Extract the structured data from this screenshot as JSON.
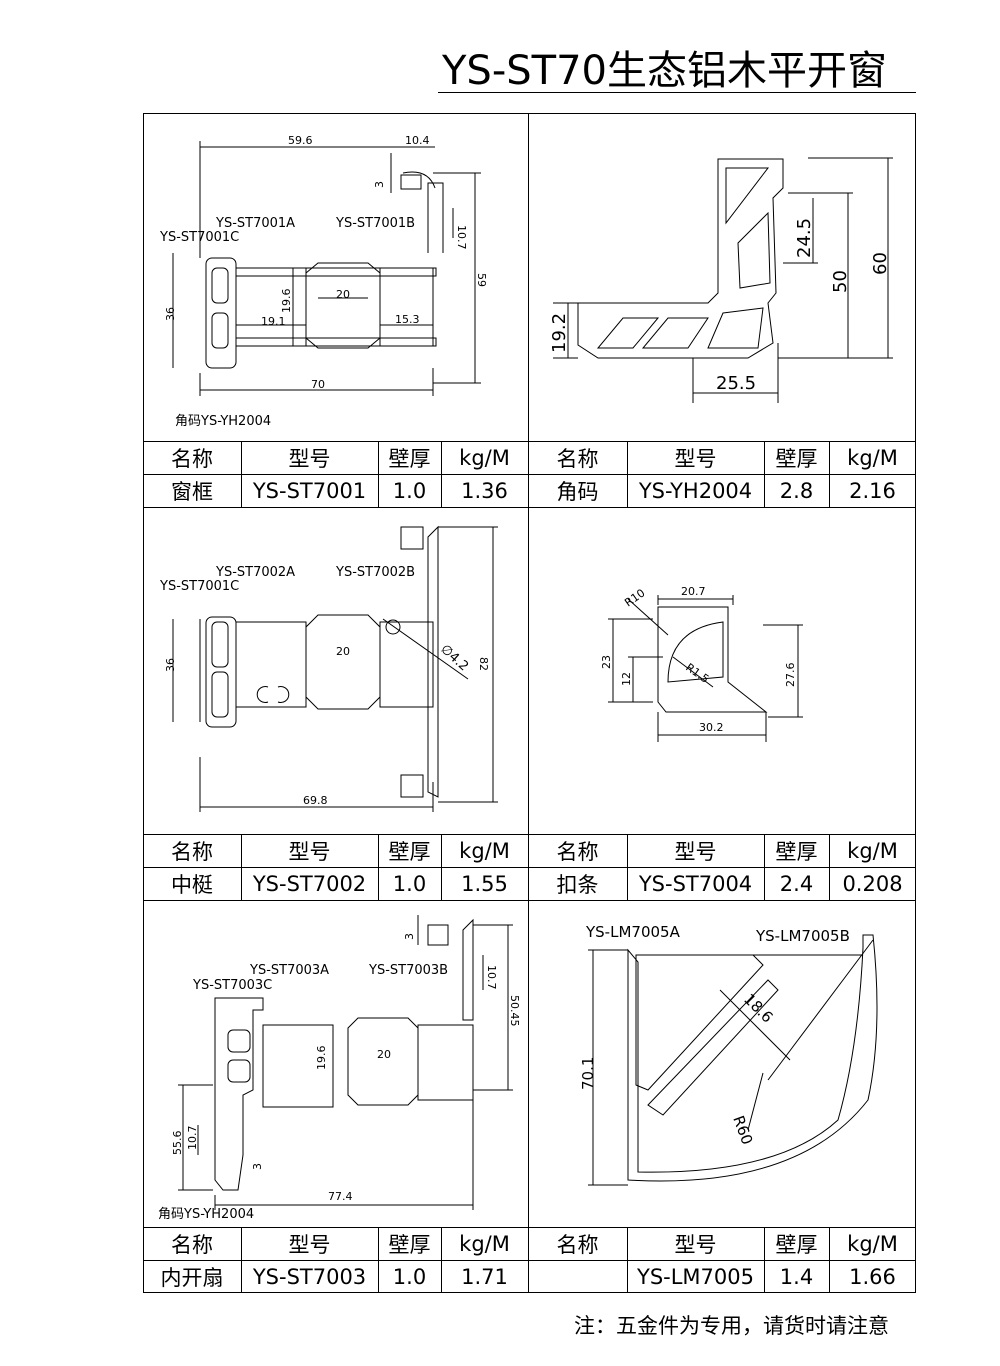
{
  "page": {
    "title": "YS-ST70生态铝木平开窗",
    "note": "注：五金件为专用，请货时请注意"
  },
  "table_header": {
    "name": "名称",
    "model": "型号",
    "thickness": "壁厚",
    "weight": "kg/M"
  },
  "rows": [
    {
      "left": {
        "name": "窗框",
        "model": "YS-ST7001",
        "thickness": "1.0",
        "weight": "1.36"
      },
      "right": {
        "name": "角码",
        "model": "YS-YH2004",
        "thickness": "2.8",
        "weight": "2.16"
      }
    },
    {
      "left": {
        "name": "中梃",
        "model": "YS-ST7002",
        "thickness": "1.0",
        "weight": "1.55"
      },
      "right": {
        "name": "扣条",
        "model": "YS-ST7004",
        "thickness": "2.4",
        "weight": "0.208"
      }
    },
    {
      "left": {
        "name": "内开扇",
        "model": "YS-ST7003",
        "thickness": "1.0",
        "weight": "1.71"
      },
      "right": {
        "name": "",
        "model": "YS-LM7005",
        "thickness": "1.4",
        "weight": "1.66"
      }
    }
  ],
  "drawings": {
    "frame": {
      "labels": {
        "a": "YS-ST7001A",
        "b": "YS-ST7001B",
        "c": "YS-ST7001C",
        "corner": "角码YS-YH2004"
      },
      "dims": {
        "top_width": "59.6",
        "top_right": "10.4",
        "lip": "3",
        "step": "10.7",
        "height": "59",
        "left_height": "36",
        "inner_h": "19.6",
        "inner_w": "20",
        "left_gap": "19.1",
        "right_gap": "15.3",
        "total_width": "70"
      }
    },
    "corner_key": {
      "dims": {
        "d1": "24.5",
        "d2": "50",
        "d3": "60",
        "left": "19.2",
        "bottom": "25.5"
      }
    },
    "mullion": {
      "labels": {
        "a": "YS-ST7002A",
        "b": "YS-ST7002B",
        "c": "YS-ST7001C"
      },
      "dims": {
        "left_height": "36",
        "inner_w": "20",
        "hole": "∅4.2",
        "height": "82",
        "width": "69.8"
      }
    },
    "bead": {
      "dims": {
        "top": "20.7",
        "r_outer": "R10",
        "r_inner": "R1.5",
        "left": "23",
        "left_small": "12",
        "right": "27.6",
        "bottom": "30.2"
      }
    },
    "sash": {
      "labels": {
        "a": "YS-ST7003A",
        "b": "YS-ST7003B",
        "c": "YS-ST7003C",
        "corner": "角码YS-YH2004"
      },
      "dims": {
        "lip": "3",
        "step": "10.7",
        "height": "50.45",
        "inner_h": "19.6",
        "inner_w": "20",
        "left_height": "55.6",
        "small": "10.7",
        "small2": "3",
        "width": "77.4"
      }
    },
    "corner_profile": {
      "labels": {
        "a": "YS-LM7005A",
        "b": "YS-LM7005B"
      },
      "dims": {
        "height": "70.1",
        "inner": "18.6",
        "radius": "R60"
      }
    }
  }
}
